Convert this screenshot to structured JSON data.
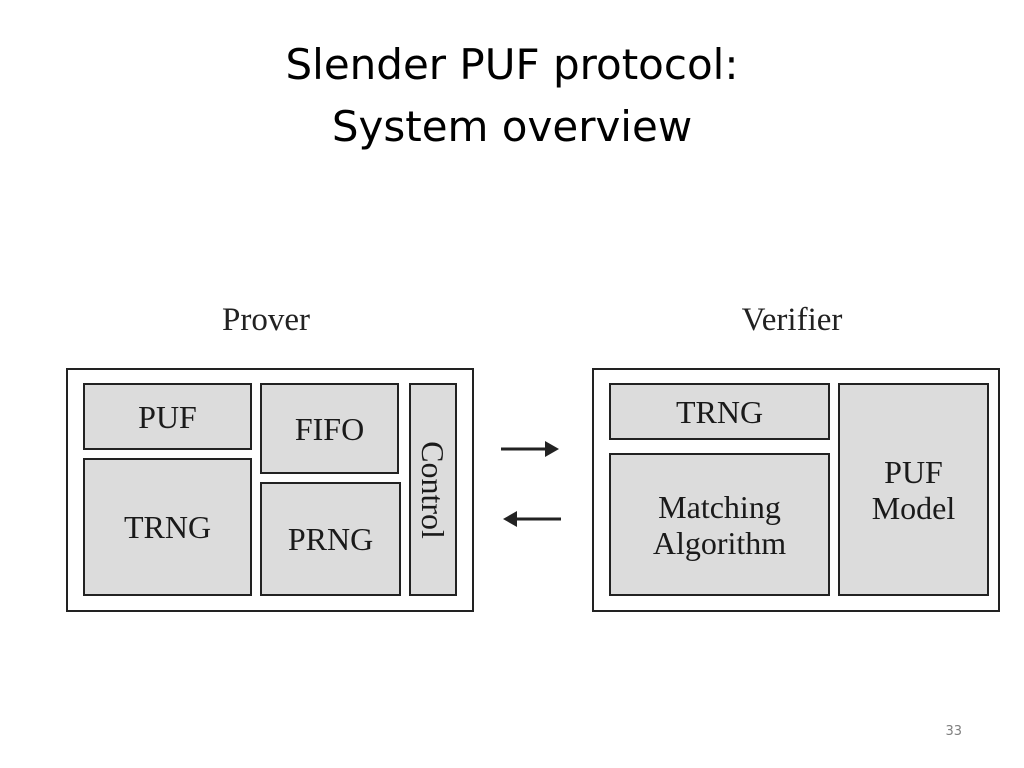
{
  "slide": {
    "title_line1": "Slender PUF protocol:",
    "title_line2": "System overview",
    "page_number": "33"
  },
  "prover": {
    "label": "Prover",
    "blocks": {
      "puf": "PUF",
      "fifo": "FIFO",
      "trng": "TRNG",
      "prng": "PRNG",
      "control": "Control"
    }
  },
  "verifier": {
    "label": "Verifier",
    "blocks": {
      "trng": "TRNG",
      "matching": "Matching\nAlgorithm",
      "puf_model": "PUF\nModel"
    }
  },
  "arrows": {
    "to_verifier": "arrow-right-icon",
    "to_prover": "arrow-left-icon"
  },
  "colors": {
    "block_fill": "#dcdcdc",
    "border": "#222222",
    "page_number": "#7f7f7f"
  }
}
